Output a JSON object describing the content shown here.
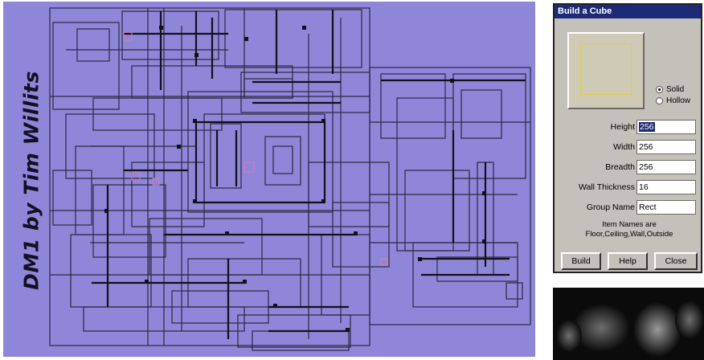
{
  "map": {
    "title": "DM1 by Tim Willits",
    "background_color": "#8e86d8",
    "line_color": "#2a2a40"
  },
  "dialog": {
    "title": "Build a Cube",
    "preview_color": "#cfcab6",
    "radio": {
      "solid_label": "Solid",
      "hollow_label": "Hollow",
      "selected": "Solid"
    },
    "fields": [
      {
        "label": "Height",
        "value": "256"
      },
      {
        "label": "Width",
        "value": "256"
      },
      {
        "label": "Breadth",
        "value": "256"
      },
      {
        "label": "Wall Thickness",
        "value": "16"
      },
      {
        "label": "Group Name",
        "value": "Rect"
      }
    ],
    "item_names_line1": "Item Names are",
    "item_names_line2": "Floor,Ceiling,Wall,Outside",
    "buttons": {
      "build": "Build",
      "help": "Help",
      "close": "Close"
    }
  }
}
